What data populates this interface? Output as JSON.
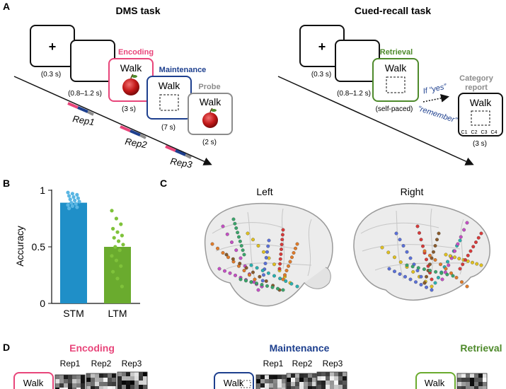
{
  "colors": {
    "encoding": "#e8457a",
    "maintenance": "#1d3f8e",
    "probe": "#8c8c8c",
    "retrieval": "#4e8a2b",
    "stm": "#1f8fc8",
    "ltm": "#6aab2e",
    "category_report": "#8c8c8c"
  },
  "panel_a": {
    "letter": "A",
    "dms": {
      "title": "DMS task",
      "fixation": "+",
      "t_fix": "(0.3 s)",
      "t_blank": "(0.8–1.2 s)",
      "encoding_label": "Encoding",
      "maintenance_label": "Maintenance",
      "probe_label": "Probe",
      "word": "Walk",
      "t_enc": "(3 s)",
      "t_maint": "(7 s)",
      "t_probe": "(2 s)",
      "reps": [
        "Rep1",
        "Rep2",
        "Rep3"
      ]
    },
    "cued": {
      "title": "Cued-recall task",
      "fixation": "+",
      "t_fix": "(0.3 s)",
      "t_blank": "(0.8–1.2 s)",
      "retrieval_label": "Retrieval",
      "word": "Walk",
      "t_retrieval": "(self-paced)",
      "if_yes": "If “yes”",
      "remember": "“remember”",
      "category_label_1": "Category",
      "category_label_2": "report",
      "options": [
        "C1",
        "C2",
        "C3",
        "C4"
      ],
      "t_cat": "(3 s)"
    }
  },
  "panel_b": {
    "letter": "B",
    "ylabel": "Accuracy",
    "yticks": [
      "1",
      "0.5",
      "0"
    ]
  },
  "chart_data": {
    "type": "bar",
    "categories": [
      "STM",
      "LTM"
    ],
    "values": [
      0.89,
      0.5
    ],
    "ylabel": "Accuracy",
    "ylim": [
      0,
      1
    ],
    "points": {
      "STM": [
        0.98,
        0.97,
        0.96,
        0.95,
        0.94,
        0.93,
        0.92,
        0.91,
        0.9,
        0.89,
        0.88,
        0.87,
        0.86,
        0.85,
        0.84
      ],
      "LTM": [
        0.82,
        0.75,
        0.7,
        0.66,
        0.63,
        0.6,
        0.58,
        0.55,
        0.52,
        0.5,
        0.47,
        0.42,
        0.38,
        0.33,
        0.28,
        0.22,
        0.15
      ]
    }
  },
  "panel_c": {
    "letter": "C",
    "left": "Left",
    "right": "Right"
  },
  "panel_d": {
    "letter": "D",
    "encoding": "Encoding",
    "maintenance": "Maintenance",
    "retrieval": "Retrieval",
    "word": "Walk",
    "reps": [
      "Rep1",
      "Rep2",
      "Rep3"
    ]
  }
}
